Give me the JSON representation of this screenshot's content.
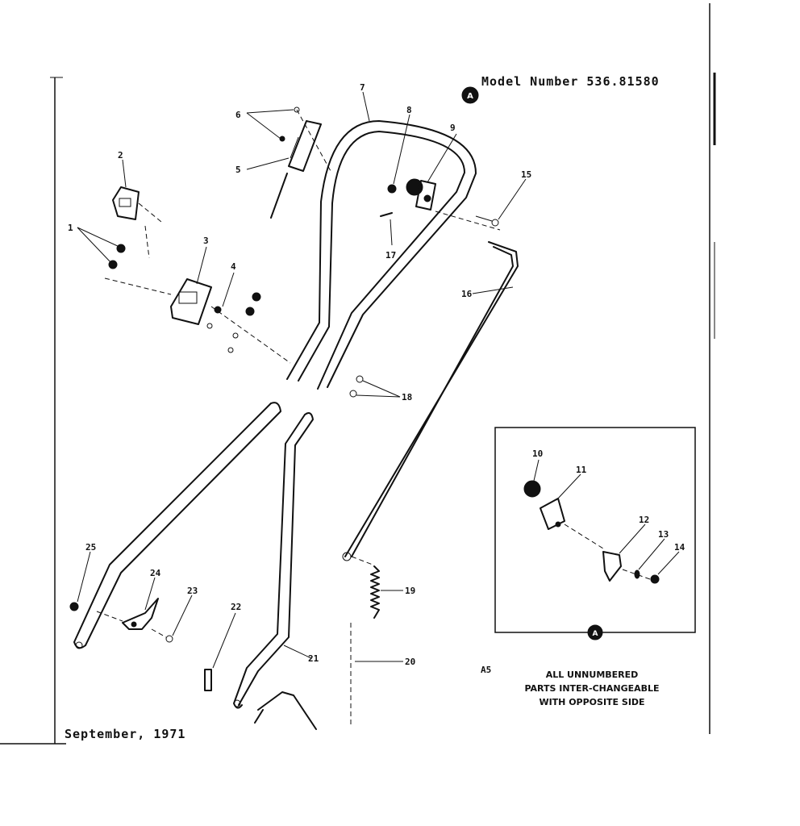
{
  "header": {
    "model_number": "Model Number 536.81580",
    "date": "September, 1971"
  },
  "callouts": {
    "c1": "1",
    "c2": "2",
    "c3": "3",
    "c4": "4",
    "c5": "5",
    "c6": "6",
    "c7": "7",
    "c8": "8",
    "c9": "9",
    "c10": "10",
    "c11": "11",
    "c12": "12",
    "c13": "13",
    "c14": "14",
    "c15": "15",
    "c16": "16",
    "c17": "17",
    "c18": "18",
    "c19": "19",
    "c20": "20",
    "c21": "21",
    "c22": "22",
    "c23": "23",
    "c24": "24",
    "c25": "25"
  },
  "reference_marker": "A",
  "inset_label": "A5",
  "note": {
    "line1": "ALL UNNUMBERED",
    "line2": "PARTS INTER-CHANGEABLE",
    "line3": "WITH OPPOSITE SIDE"
  }
}
